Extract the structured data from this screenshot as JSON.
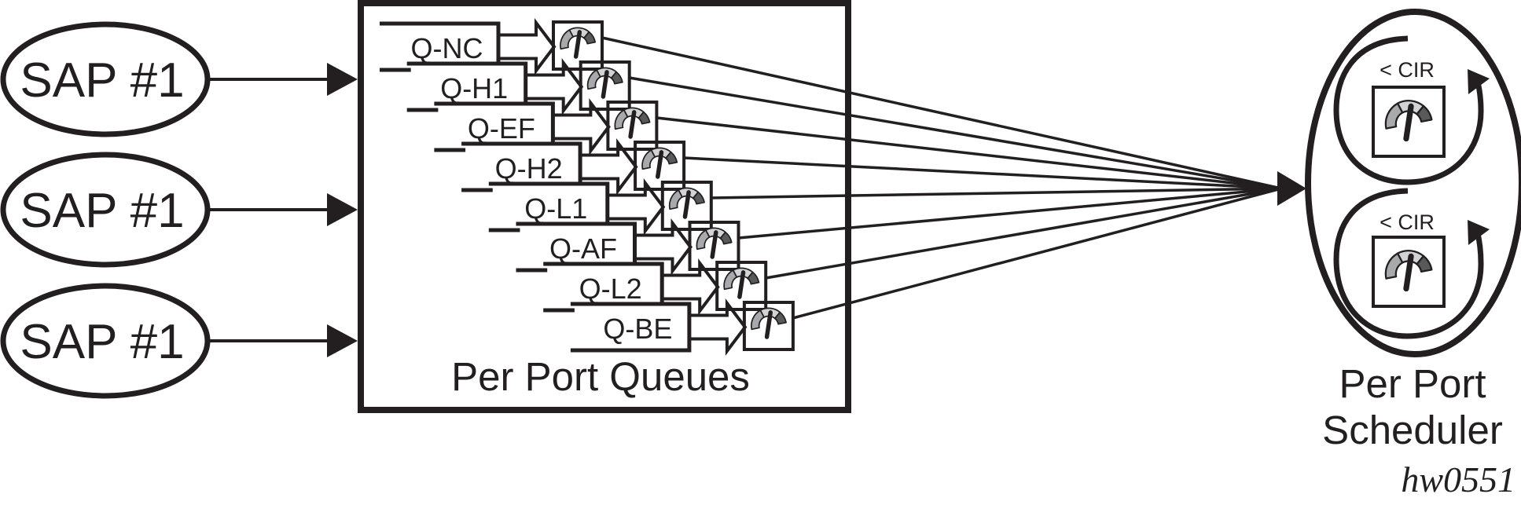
{
  "figure_id": "hw0551",
  "sources": [
    {
      "label": "SAP #1"
    },
    {
      "label": "SAP #1"
    },
    {
      "label": "SAP #1"
    }
  ],
  "queue_block": {
    "title": "Per Port Queues",
    "queues": [
      {
        "label": "Q-NC"
      },
      {
        "label": "Q-H1"
      },
      {
        "label": "Q-EF"
      },
      {
        "label": "Q-H2"
      },
      {
        "label": "Q-L1"
      },
      {
        "label": "Q-AF"
      },
      {
        "label": "Q-L2"
      },
      {
        "label": "Q-BE"
      }
    ]
  },
  "scheduler": {
    "title_line1": "Per Port",
    "title_line2": "Scheduler",
    "loops": [
      {
        "label": "< CIR"
      },
      {
        "label": "< CIR"
      }
    ]
  },
  "colors": {
    "ink": "#231f20",
    "meter_left": "#a7a9ac",
    "meter_mid": "#d1d3d4",
    "meter_right": "#58595b",
    "background": "#ffffff"
  }
}
